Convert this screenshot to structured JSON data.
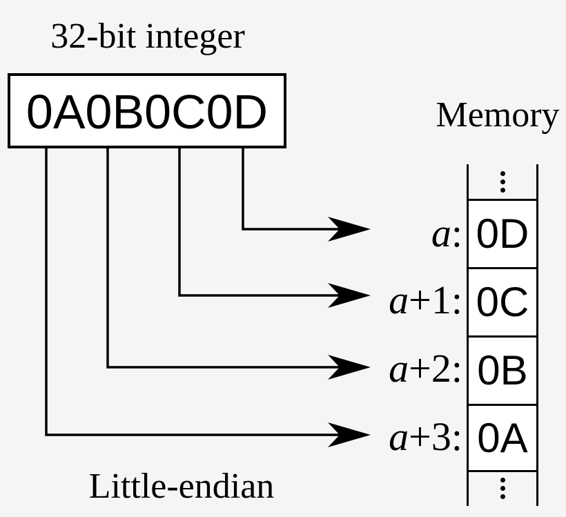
{
  "integer": {
    "label": "32-bit integer",
    "value": "0A0B0C0D"
  },
  "memory": {
    "label": "Memory",
    "cells": [
      {
        "address_var": "a",
        "address_offset": ":",
        "value": "0D"
      },
      {
        "address_var": "a",
        "address_offset": "+1:",
        "value": "0C"
      },
      {
        "address_var": "a",
        "address_offset": "+2:",
        "value": "0B"
      },
      {
        "address_var": "a",
        "address_offset": "+3:",
        "value": "0A"
      }
    ]
  },
  "endianness": {
    "label": "Little-endian"
  },
  "icons": {
    "vertical_ellipsis": "⋮",
    "arrowhead": "➤"
  },
  "colors": {
    "background": "#f5f5f5",
    "line": "#000000",
    "cell_fill": "#ffffff",
    "text": "#000000"
  }
}
